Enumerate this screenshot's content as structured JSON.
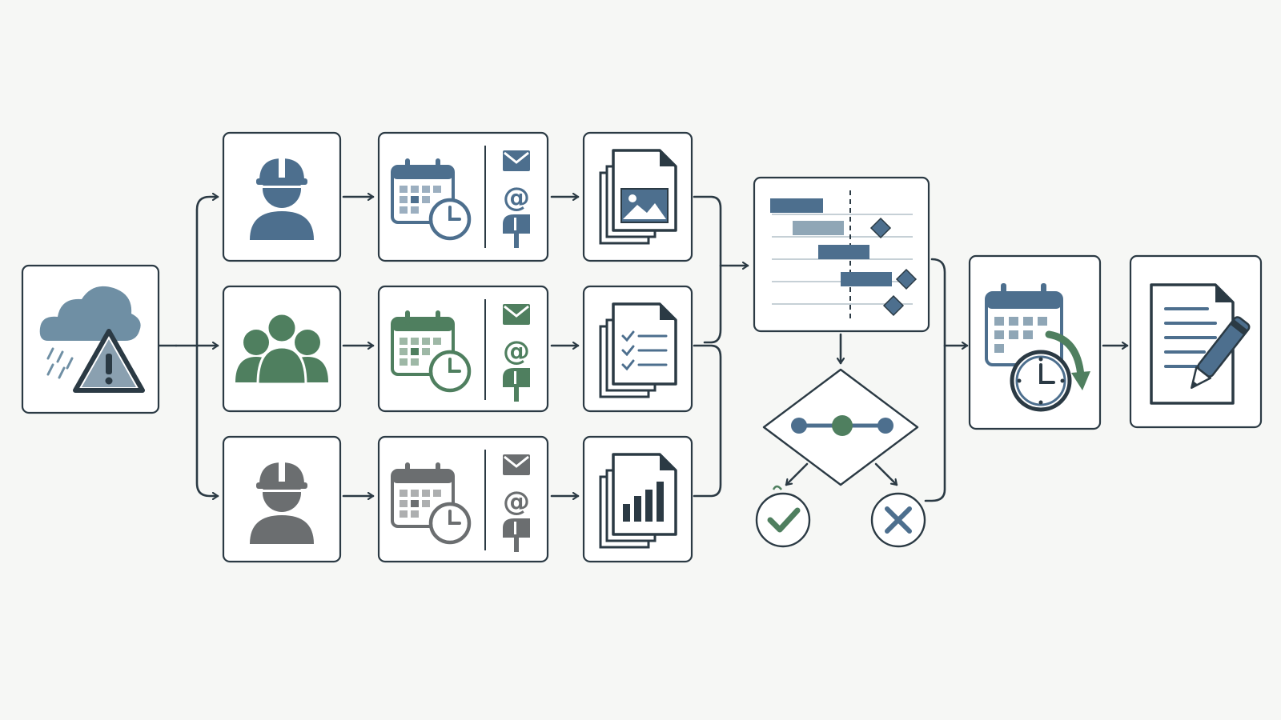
{
  "colors": {
    "background": "#f6f7f5",
    "frame": "#2b3a44",
    "connector": "#2b3a44",
    "blue": "#4d6f8e",
    "blue_light": "#8fa6b6",
    "green": "#4f7f5f",
    "gray": "#6b6e70",
    "storm_cloud": "#6f8fa4",
    "icon_dark": "#2b3a44"
  },
  "nodes": [
    {
      "id": "weather-alert",
      "icon": "rain-cloud-warning-icon"
    },
    {
      "id": "worker-blue",
      "icon": "hard-hat-worker-icon",
      "tone": "blue"
    },
    {
      "id": "team-green",
      "icon": "group-icon",
      "tone": "green"
    },
    {
      "id": "worker-gray",
      "icon": "hard-hat-worker-icon",
      "tone": "gray"
    },
    {
      "id": "schedule-contact-blue",
      "icons": [
        "calendar-clock-icon",
        "envelope-icon",
        "at-sign-icon",
        "mailbox-icon"
      ],
      "tone": "blue"
    },
    {
      "id": "schedule-contact-green",
      "icons": [
        "calendar-clock-icon",
        "envelope-icon",
        "at-sign-icon",
        "mailbox-icon"
      ],
      "tone": "green"
    },
    {
      "id": "schedule-contact-gray",
      "icons": [
        "calendar-clock-icon",
        "envelope-icon",
        "at-sign-icon",
        "mailbox-icon"
      ],
      "tone": "gray"
    },
    {
      "id": "docs-image",
      "icon": "image-document-stack-icon"
    },
    {
      "id": "docs-checklist",
      "icon": "checklist-document-stack-icon"
    },
    {
      "id": "docs-chart",
      "icon": "bar-chart-document-stack-icon"
    },
    {
      "id": "gantt-schedule",
      "icon": "gantt-chart-icon"
    },
    {
      "id": "decision",
      "icon": "decision-diamond-icon"
    },
    {
      "id": "approved",
      "icon": "check-circle-icon"
    },
    {
      "id": "rejected",
      "icon": "x-circle-icon"
    },
    {
      "id": "reschedule",
      "icon": "calendar-reschedule-icon"
    },
    {
      "id": "contract-sign",
      "icon": "document-pen-icon"
    }
  ]
}
